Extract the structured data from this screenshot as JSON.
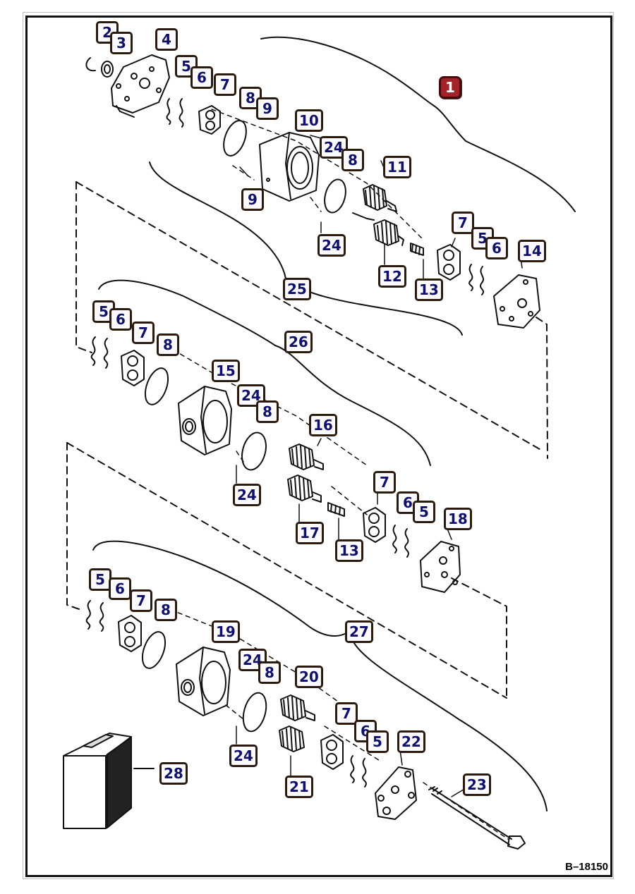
{
  "reference_code": "B–18150",
  "callouts": [
    {
      "id": "c2",
      "label": "2"
    },
    {
      "id": "c3",
      "label": "3"
    },
    {
      "id": "c4",
      "label": "4"
    },
    {
      "id": "c5a",
      "label": "5"
    },
    {
      "id": "c6a",
      "label": "6"
    },
    {
      "id": "c7a",
      "label": "7"
    },
    {
      "id": "c8a",
      "label": "8"
    },
    {
      "id": "c9a",
      "label": "9"
    },
    {
      "id": "c1",
      "label": "1"
    },
    {
      "id": "c10",
      "label": "10"
    },
    {
      "id": "c24a",
      "label": "24"
    },
    {
      "id": "c8b",
      "label": "8"
    },
    {
      "id": "c11",
      "label": "11"
    },
    {
      "id": "c9b",
      "label": "9"
    },
    {
      "id": "c24b",
      "label": "24"
    },
    {
      "id": "c7b",
      "label": "7"
    },
    {
      "id": "c5b",
      "label": "5"
    },
    {
      "id": "c6b",
      "label": "6"
    },
    {
      "id": "c14",
      "label": "14"
    },
    {
      "id": "c12",
      "label": "12"
    },
    {
      "id": "c13a",
      "label": "13"
    },
    {
      "id": "c25",
      "label": "25"
    },
    {
      "id": "c5c",
      "label": "5"
    },
    {
      "id": "c6c",
      "label": "6"
    },
    {
      "id": "c7c",
      "label": "7"
    },
    {
      "id": "c8c",
      "label": "8"
    },
    {
      "id": "c26",
      "label": "26"
    },
    {
      "id": "c15",
      "label": "15"
    },
    {
      "id": "c24c",
      "label": "24"
    },
    {
      "id": "c8d",
      "label": "8"
    },
    {
      "id": "c16",
      "label": "16"
    },
    {
      "id": "c24d",
      "label": "24"
    },
    {
      "id": "c7d",
      "label": "7"
    },
    {
      "id": "c6d",
      "label": "6"
    },
    {
      "id": "c5d",
      "label": "5"
    },
    {
      "id": "c18",
      "label": "18"
    },
    {
      "id": "c17",
      "label": "17"
    },
    {
      "id": "c13b",
      "label": "13"
    },
    {
      "id": "c5e",
      "label": "5"
    },
    {
      "id": "c6e",
      "label": "6"
    },
    {
      "id": "c7e",
      "label": "7"
    },
    {
      "id": "c8e",
      "label": "8"
    },
    {
      "id": "c27",
      "label": "27"
    },
    {
      "id": "c19",
      "label": "19"
    },
    {
      "id": "c24e",
      "label": "24"
    },
    {
      "id": "c8f",
      "label": "8"
    },
    {
      "id": "c20",
      "label": "20"
    },
    {
      "id": "c7f",
      "label": "7"
    },
    {
      "id": "c6f",
      "label": "6"
    },
    {
      "id": "c5f",
      "label": "5"
    },
    {
      "id": "c22",
      "label": "22"
    },
    {
      "id": "c24f",
      "label": "24"
    },
    {
      "id": "c28",
      "label": "28"
    },
    {
      "id": "c21",
      "label": "21"
    },
    {
      "id": "c23",
      "label": "23"
    }
  ]
}
